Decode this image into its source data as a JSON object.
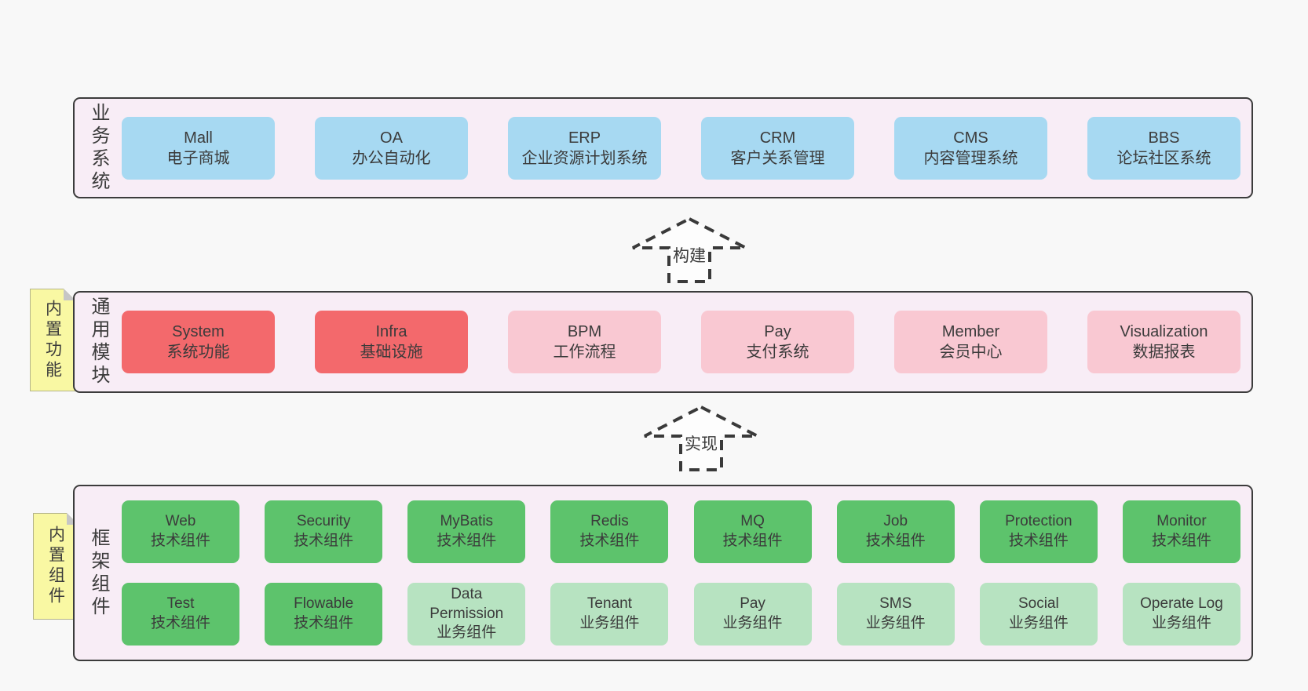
{
  "diagram": {
    "colors": {
      "page_bg": "#f8f8f8",
      "panel_bg": "#f8edf6",
      "panel_border": "#3c3c3c",
      "blue": "#a7d9f2",
      "red": "#f3696c",
      "pink": "#f9c8d2",
      "green": "#5dc36c",
      "green_light": "#b7e3c1",
      "note_yellow": "#f9f8a3",
      "note_fold": "#c6c6c6",
      "text": "#3b3b3b"
    },
    "arrows": [
      {
        "label": "构建"
      },
      {
        "label": "实现"
      }
    ],
    "layers": [
      {
        "label": "业务系统",
        "boxes": [
          {
            "title": "Mall",
            "subtitle": "电子商城"
          },
          {
            "title": "OA",
            "subtitle": "办公自动化"
          },
          {
            "title": "ERP",
            "subtitle": "企业资源计划系统"
          },
          {
            "title": "CRM",
            "subtitle": "客户关系管理"
          },
          {
            "title": "CMS",
            "subtitle": "内容管理系统"
          },
          {
            "title": "BBS",
            "subtitle": "论坛社区系统"
          }
        ]
      },
      {
        "label": "通用模块",
        "note": "内置功能",
        "boxes": [
          {
            "title": "System",
            "subtitle": "系统功能"
          },
          {
            "title": "Infra",
            "subtitle": "基础设施"
          },
          {
            "title": "BPM",
            "subtitle": "工作流程"
          },
          {
            "title": "Pay",
            "subtitle": "支付系统"
          },
          {
            "title": "Member",
            "subtitle": "会员中心"
          },
          {
            "title": "Visualization",
            "subtitle": "数据报表"
          }
        ]
      },
      {
        "label": "框架组件",
        "note": "内置组件",
        "rows": [
          [
            {
              "title": "Web",
              "subtitle": "技术组件"
            },
            {
              "title": "Security",
              "subtitle": "技术组件"
            },
            {
              "title": "MyBatis",
              "subtitle": "技术组件"
            },
            {
              "title": "Redis",
              "subtitle": "技术组件"
            },
            {
              "title": "MQ",
              "subtitle": "技术组件"
            },
            {
              "title": "Job",
              "subtitle": "技术组件"
            },
            {
              "title": "Protection",
              "subtitle": "技术组件"
            },
            {
              "title": "Monitor",
              "subtitle": "技术组件"
            }
          ],
          [
            {
              "title": "Test",
              "subtitle": "技术组件"
            },
            {
              "title": "Flowable",
              "subtitle": "技术组件"
            },
            {
              "title": "Data Permission",
              "subtitle": "业务组件"
            },
            {
              "title": "Tenant",
              "subtitle": "业务组件"
            },
            {
              "title": "Pay",
              "subtitle": "业务组件"
            },
            {
              "title": "SMS",
              "subtitle": "业务组件"
            },
            {
              "title": "Social",
              "subtitle": "业务组件"
            },
            {
              "title": "Operate Log",
              "subtitle": "业务组件"
            }
          ]
        ]
      }
    ]
  }
}
